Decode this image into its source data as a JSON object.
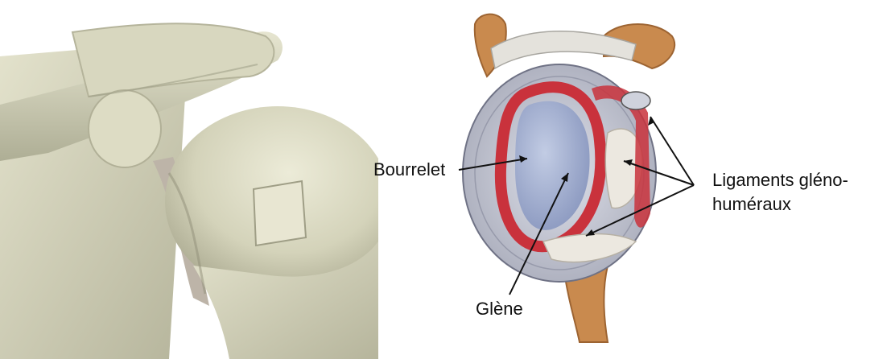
{
  "labels": {
    "bourrelet": "Bourrelet",
    "glene": "Glène",
    "ligaments_line1": "Ligaments gléno-",
    "ligaments_line2": "huméraux"
  },
  "colors": {
    "bone": "#d9d9c2",
    "bone_shadow": "#a9a990",
    "labrum_red": "#c9323c",
    "glenoid_blue": "#9aa8cc",
    "acromion_tan": "#c98a4e",
    "ligament_white": "#ece8e0"
  }
}
